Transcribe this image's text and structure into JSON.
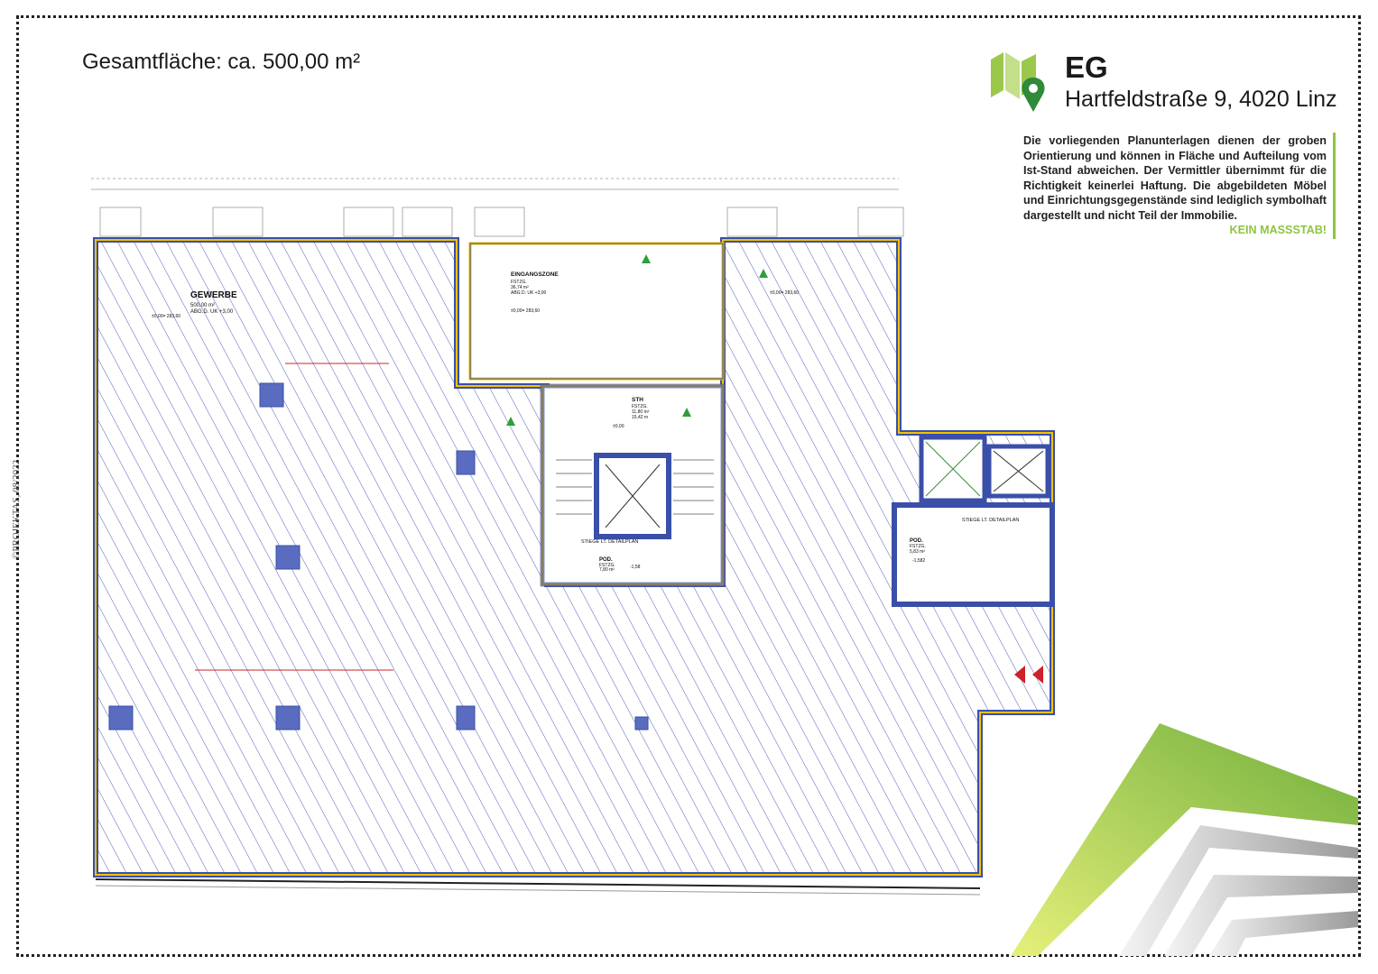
{
  "area": {
    "label": "Gesamtfläche: ca. 500,00 m²"
  },
  "header": {
    "floor": "EG",
    "address": "Hartfeldstraße 9, 4020 Linz"
  },
  "disclaimer": {
    "text": "Die vorliegenden Planunterlagen dienen der groben Orientierung und können in Fläche und Aufteilung vom Ist-Stand abweichen. Der Vermittler übernimmt für die Richtigkeit keinerlei Haftung. Die abgebildeten Möbel und Einrichtungsgegenstände sind lediglich symbolhaft dargestellt und nicht Teil der Immobilie.",
    "scale_note": "KEIN MASSSTAB!"
  },
  "copyright": "©PROJEKTAS, 08/2022",
  "plan": {
    "gewerbe": {
      "name": "GEWERBE",
      "area": "500,00 m²",
      "height": "ABG.D. UK +3,00",
      "level": "±0,00= 283,60"
    },
    "eingangszone": {
      "name": "EINGANGSZONE",
      "floor": "FSTZG.",
      "area": "36,74 m²",
      "height": "ABG.D. UK +3,00",
      "level": "±0,00= 283,60"
    },
    "sth": {
      "name": "STH",
      "floor": "FSTZG.",
      "area": "11,80 m²",
      "perimeter": "15,42 m",
      "level": "±0,00"
    },
    "pod_left": {
      "name": "POD.",
      "floor": "FSTZG.",
      "area": "7,80 m²",
      "level": "-1,58"
    },
    "pod_right": {
      "name": "POD.",
      "floor": "FSTZG.",
      "area": "5,83 m²",
      "level": "-1,582"
    },
    "stiege_left": "STIEGE LT. DETAILPLAN",
    "stiege_right": "STIEGE LT. DETAILPLAN",
    "level_right": "±0,00= 283,60"
  },
  "colors": {
    "accent_green": "#8dc63f",
    "hatch_blue": "#3a4fa8",
    "wall_yellow": "#f2c200"
  }
}
